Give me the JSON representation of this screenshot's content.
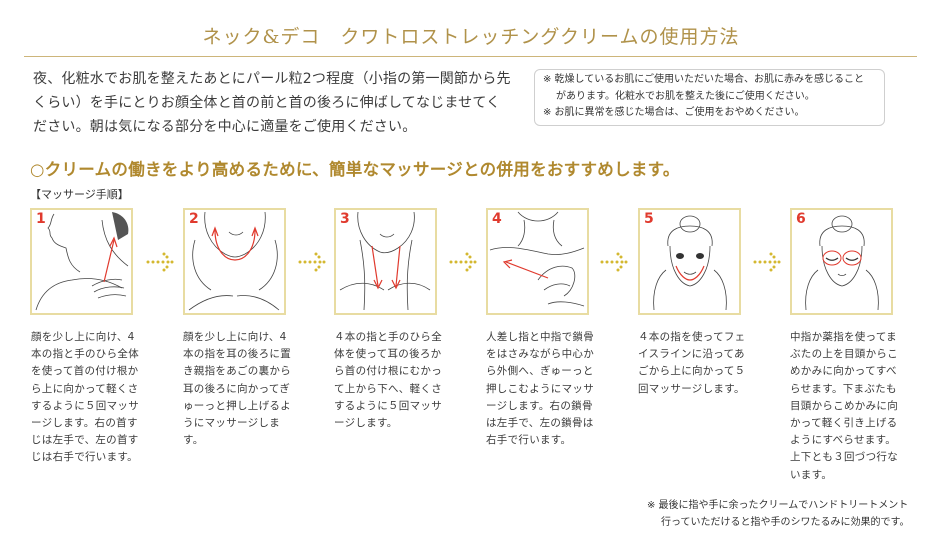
{
  "header": {
    "title": "ネック&デコ　クワトロストレッチングクリームの使用方法"
  },
  "intro": {
    "text": "夜、化粧水でお肌を整えたあとにパール粒2つ程度（小指の第一関節から先くらい）を手にとりお顔全体と首の前と首の後ろに伸ばしてなじませてください。朝は気になる部分を中心に適量をご使用ください。"
  },
  "notes": {
    "line1": "※ 乾燥しているお肌にご使用いただいた場合、お肌に赤みを感じること",
    "line2": "があります。化粧水でお肌を整えた後にご使用ください。",
    "line3": "※ お肌に異常を感じた場合は、ご使用をおやめください。"
  },
  "recommend": {
    "text": "○クリームの働きをより高めるために、簡単なマッサージとの併用をおすすめします。"
  },
  "steps_label": "【マッサージ手順】",
  "colors": {
    "title_gold": "#b0924a",
    "recommend_gold": "#b0892f",
    "frame": "#e8dca2",
    "arrow_dots": "#d4b830",
    "step_number_red": "#e03a2e"
  },
  "steps": [
    {
      "num": "1",
      "illustration": "neck-side-hand-stroke-up",
      "text": "顔を少し上に向け、4本の指と手のひら全体を使って首の付け根から上に向かって軽くさするように５回マッサージします。右の首すじは左手で、左の首すじは右手で行います。"
    },
    {
      "num": "2",
      "illustration": "fingers-behind-ears-jaw-push",
      "text": "顔を少し上に向け、4本の指を耳の後ろに置き親指をあごの裏から耳の後ろに向かってぎゅーっと押し上げるようにマッサージします。"
    },
    {
      "num": "3",
      "illustration": "neck-front-stroke-down",
      "text": "４本の指と手のひら全体を使って耳の後ろから首の付け根にむかって上から下へ、軽くさするように５回マッサージします。"
    },
    {
      "num": "4",
      "illustration": "collarbone-fingers-outward",
      "text": "人差し指と中指で鎖骨をはさみながら中心から外側へ、ぎゅーっと押しこむようにマッサージします。右の鎖骨は左手で、左の鎖骨は右手で行います。"
    },
    {
      "num": "5",
      "illustration": "face-line-lift",
      "text": "４本の指を使ってフェイスラインに沿ってあごから上に向かって５回マッサージします。"
    },
    {
      "num": "6",
      "illustration": "eyelid-temple-stroke",
      "text": "中指か薬指を使ってまぶたの上を目頭からこめかみに向かってすべらせます。下まぶたも目頭からこめかみに向かって軽く引き上げるようにすべらせます。上下とも３回づつ行ないます。"
    }
  ],
  "footer": {
    "line1": "※ 最後に指や手に余ったクリームでハンドトリートメント",
    "line2": "行っていただけると指や手のシワたるみに効果的です。"
  }
}
